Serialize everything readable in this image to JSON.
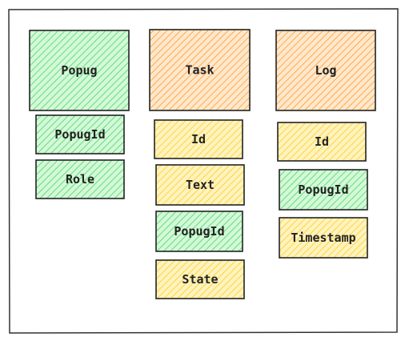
{
  "entities": [
    {
      "title": "Popug",
      "header_color": "#b2f2bb",
      "header_stroke": "#2f9e44",
      "fields": [
        {
          "label": "PopugId",
          "color": "#b2f2bb",
          "stroke": "#2f9e44"
        },
        {
          "label": "Role",
          "color": "#b2f2bb",
          "stroke": "#2f9e44"
        }
      ]
    },
    {
      "title": "Task",
      "header_color": "#ffc9a0",
      "header_stroke": "#e8590c",
      "fields": [
        {
          "label": "Id",
          "color": "#ffe1a8",
          "stroke": "#f08c00"
        },
        {
          "label": "Text",
          "color": "#ffe1a8",
          "stroke": "#f08c00"
        },
        {
          "label": "PopugId",
          "color": "#b2f2bb",
          "stroke": "#2f9e44"
        },
        {
          "label": "State",
          "color": "#ffe1a8",
          "stroke": "#f08c00"
        }
      ]
    },
    {
      "title": "Log",
      "header_color": "#ffc9a0",
      "header_stroke": "#e8590c",
      "fields": [
        {
          "label": "Id",
          "color": "#ffe1a8",
          "stroke": "#f08c00"
        },
        {
          "label": "PopugId",
          "color": "#b2f2bb",
          "stroke": "#2f9e44"
        },
        {
          "label": "Timestamp",
          "color": "#ffe1a8",
          "stroke": "#f08c00"
        }
      ]
    }
  ]
}
